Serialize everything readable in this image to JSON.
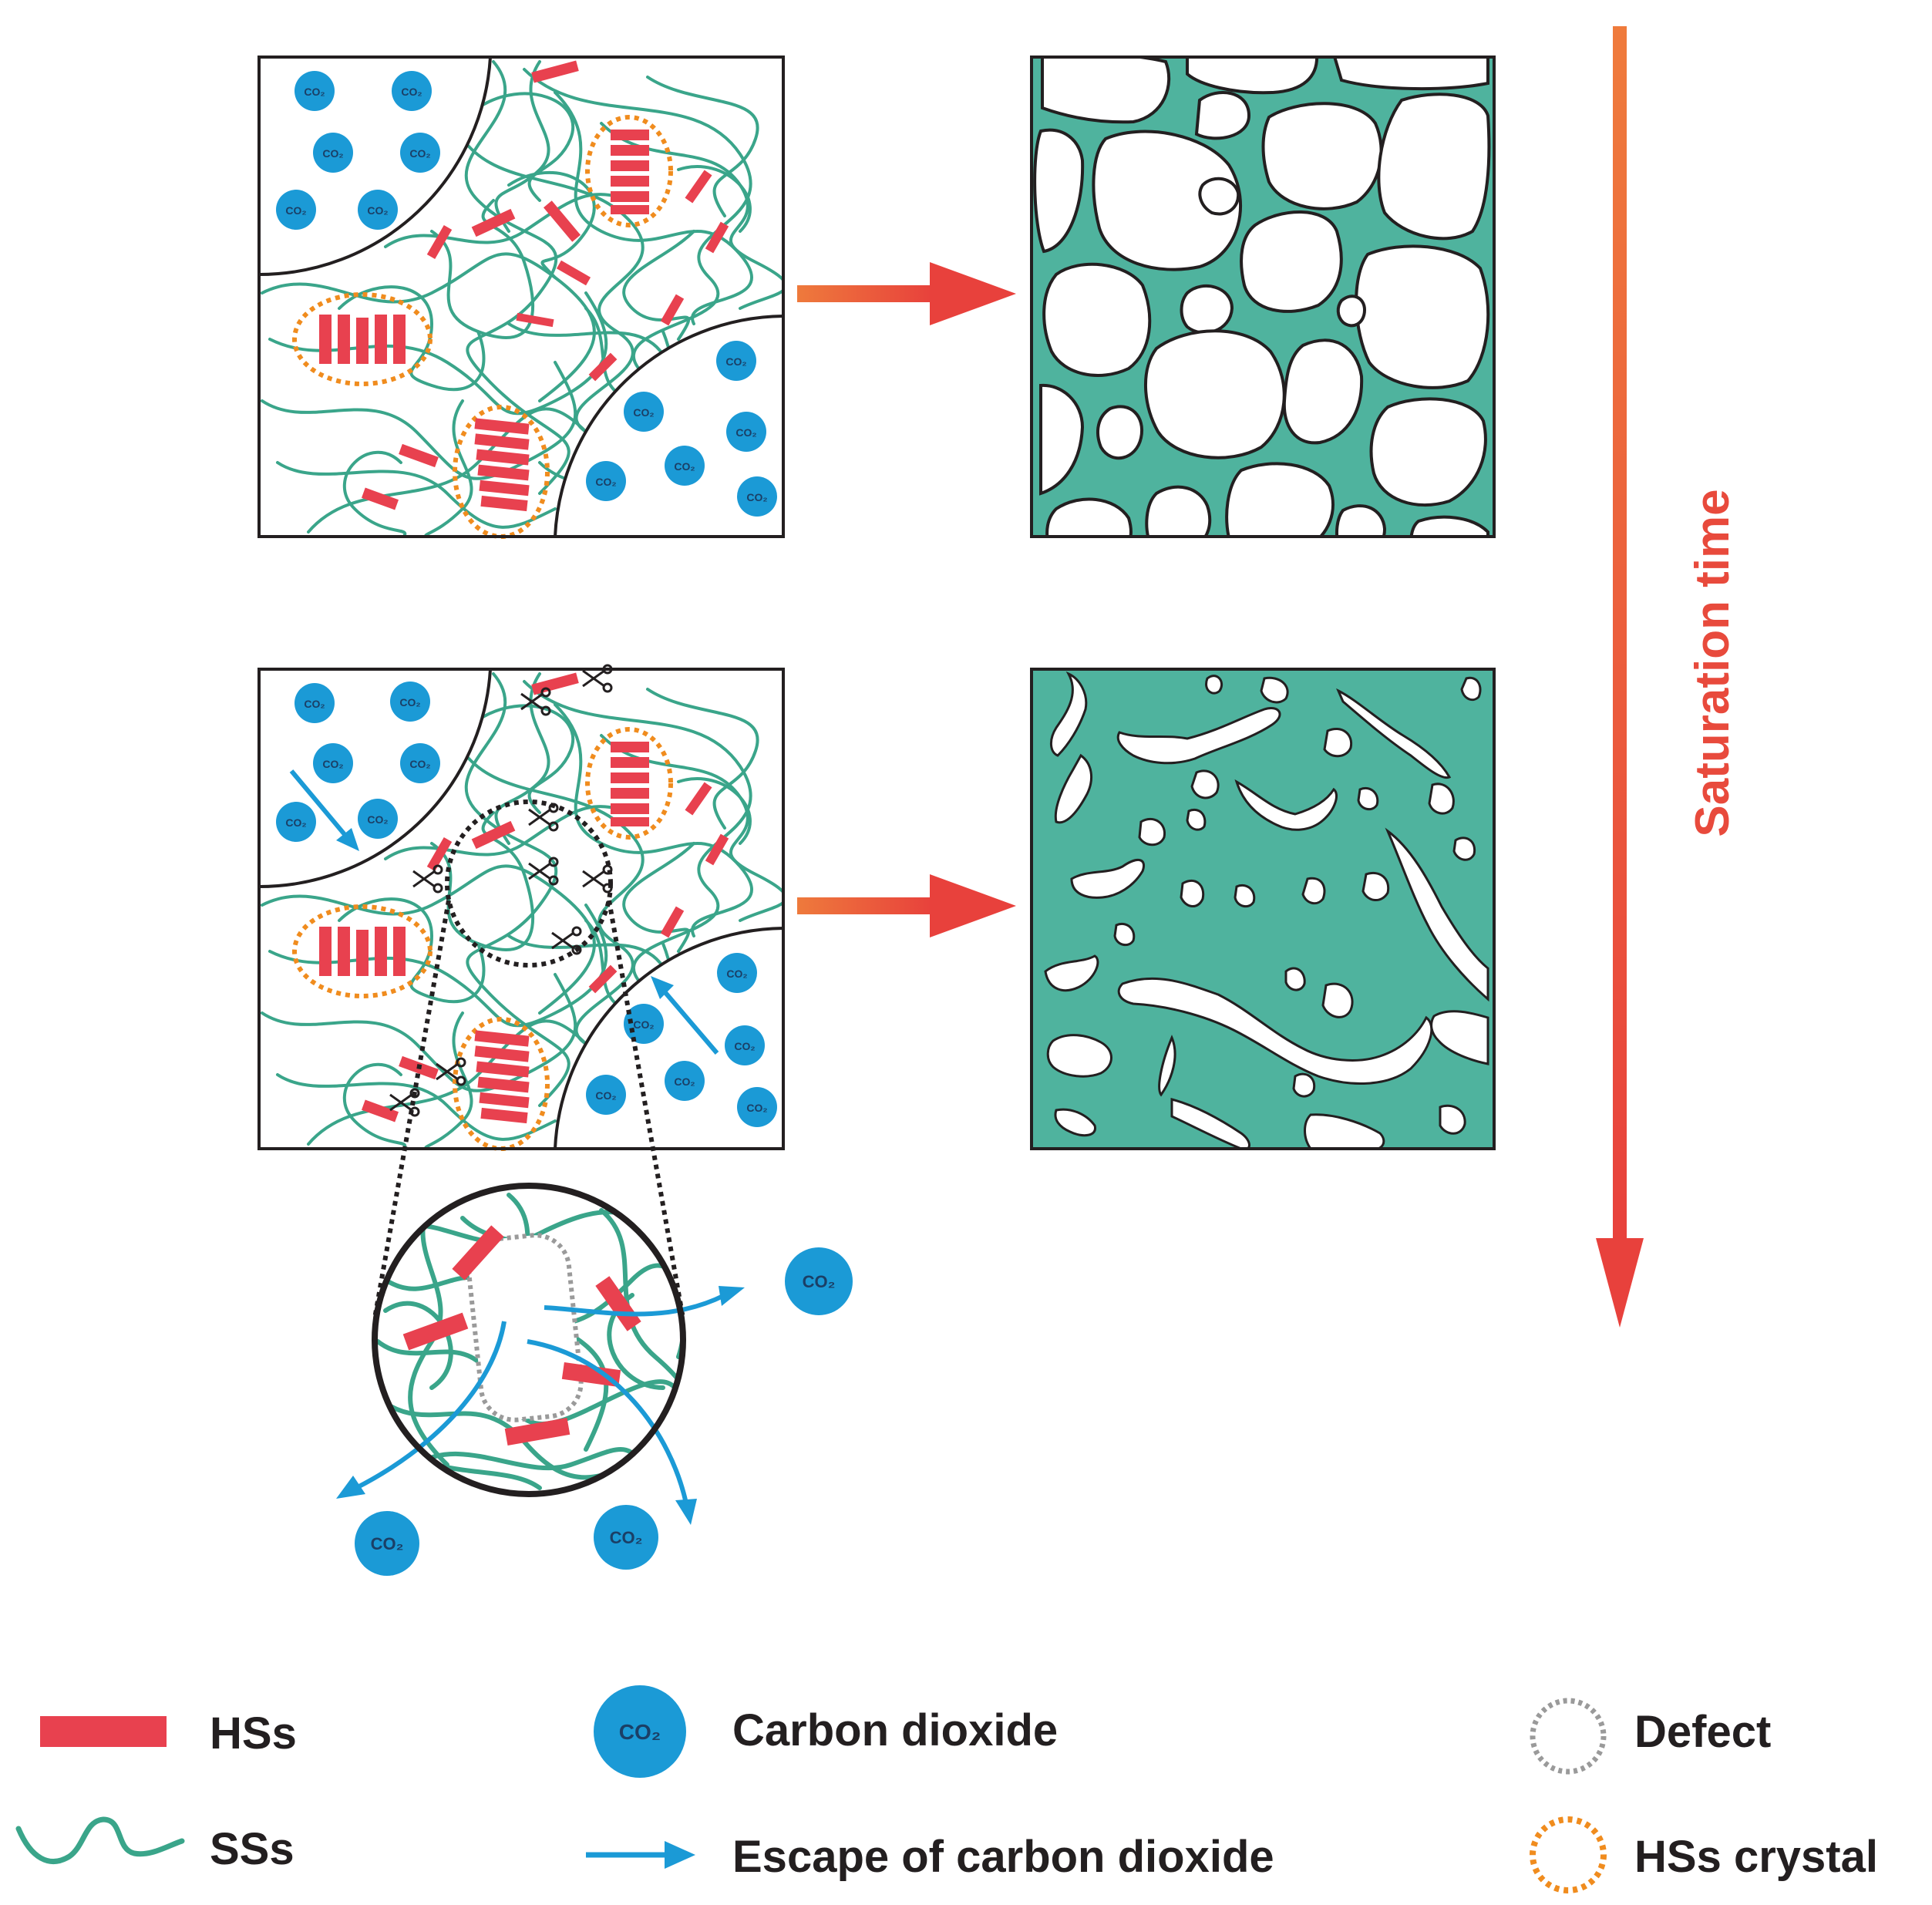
{
  "axis_label": "Saturation time",
  "co2_symbol": "CO₂",
  "legend": {
    "hs_label": "HSs",
    "ss_label": "SSs",
    "co2_label": "Carbon dioxide",
    "escape_label": "Escape of carbon dioxide",
    "defect_label": "Defect",
    "crystal_label": "HSs crystal"
  },
  "colors": {
    "ss_chain": "#3aa58a",
    "foam_matrix": "#4fb39e",
    "hs_segment": "#e8414f",
    "crystal_outline": "#f08c1e",
    "co2_bubble": "#1b9ad6",
    "escape_arrow": "#1b9ad6",
    "process_arrow": "#e8543c",
    "time_arrow": "#e84a3c",
    "defect_outline": "#9a9a9a"
  }
}
